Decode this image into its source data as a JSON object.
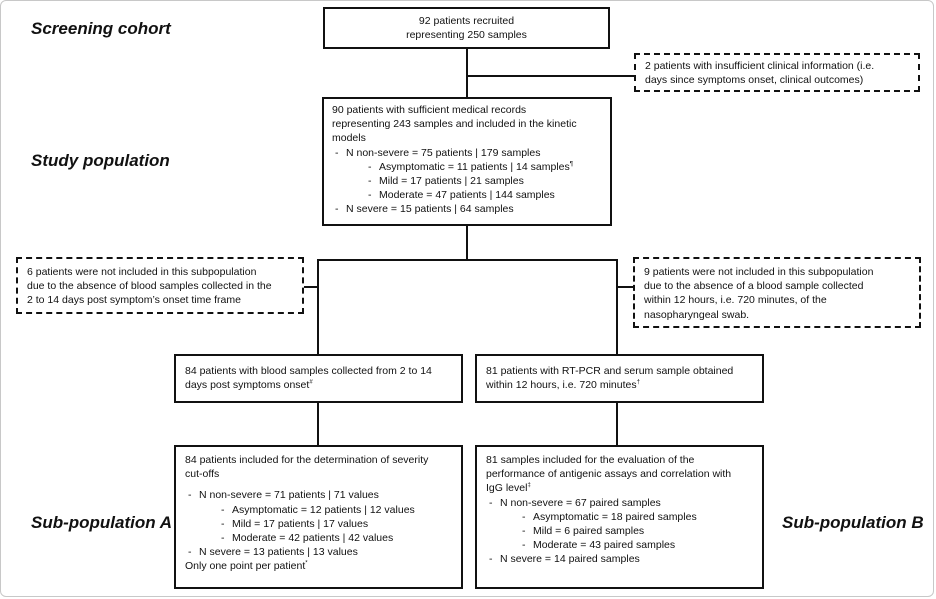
{
  "labels": {
    "screening": "Screening cohort",
    "study": "Study population",
    "sub_a": "Sub-population A",
    "sub_b": "Sub-population B"
  },
  "recruited": {
    "line1": "92 patients recruited",
    "line2": "representing 250 samples"
  },
  "excluded_clinical": {
    "line1": "2 patients with insufficient clinical information (i.e.",
    "line2": "days since symptoms onset, clinical outcomes)"
  },
  "study_box": {
    "line1": "90 patients with sufficient medical records",
    "line2": "representing 243 samples and included in the kinetic",
    "line3": "models",
    "non_severe": "N non-severe = 75 patients | 179 samples",
    "asymptomatic": "Asymptomatic = 11 patients | 14 samples",
    "asymptomatic_mark": "¶",
    "mild": "Mild = 17 patients | 21 samples",
    "moderate": "Moderate = 47 patients | 144 samples",
    "severe": "N severe = 15 patients | 64 samples"
  },
  "excluded_a": {
    "line1": "6 patients were not included in this subpopulation",
    "line2": "due to the absence of blood samples collected in the",
    "line3": "2 to 14 days post symptom’s onset  time frame"
  },
  "excluded_b": {
    "line1": "9 patients were not included in this subpopulation",
    "line2": "due to the absence of a blood sample collected",
    "line3": "within 12 hours, i.e. 720 minutes, of the",
    "line4": "nasopharyngeal swab."
  },
  "sub_a_head": {
    "line1": "84 patients with blood samples collected from 2 to 14",
    "line2": "days post symptoms onset",
    "mark": "#"
  },
  "sub_b_head": {
    "line1": "81 patients with RT-PCR and serum sample obtained",
    "line2": "within 12 hours, i.e. 720 minutes",
    "mark": "†"
  },
  "sub_a_box": {
    "line1": "84 patients included for the determination of severity",
    "line2": "cut-offs",
    "non_severe": "N non-severe = 71 patients | 71 values",
    "asymptomatic": "Asymptomatic = 12 patients | 12 values",
    "mild": "Mild = 17 patients | 17 values",
    "moderate": "Moderate = 42 patients | 42 values",
    "severe": "N severe = 13 patients | 13 values",
    "footer": "Only one point per patient",
    "footer_mark": "*"
  },
  "sub_b_box": {
    "line1": "81 samples included for the evaluation of the",
    "line2": "performance of antigenic assays and correlation with",
    "line3": "IgG level",
    "line3_mark": "‡",
    "non_severe": "N non-severe = 67 paired samples",
    "asymptomatic": "Asymptomatic = 18 paired samples",
    "mild": "Mild = 6 paired samples",
    "moderate": "Moderate = 43 paired samples",
    "severe": "N severe = 14 paired samples"
  }
}
